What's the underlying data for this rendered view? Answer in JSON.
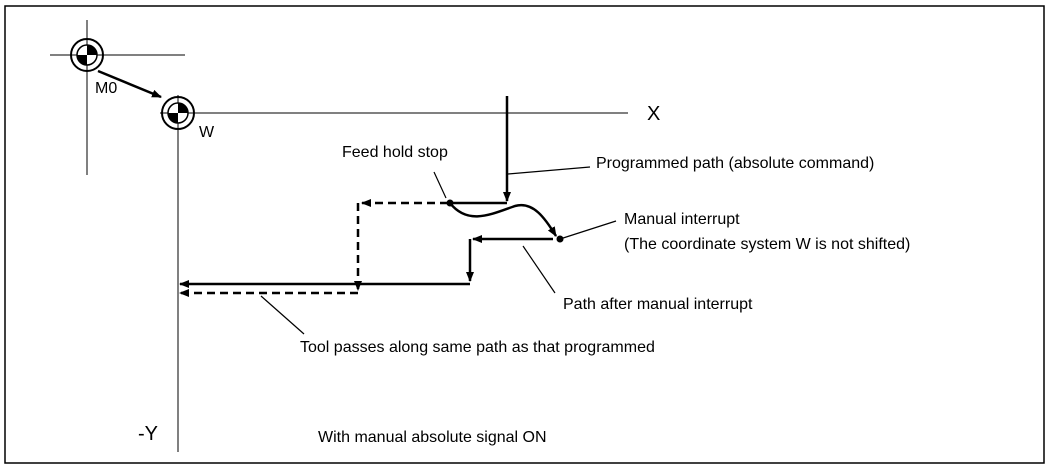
{
  "labels": {
    "m0": "M0",
    "w": "W",
    "x_axis": "X",
    "y_axis": "-Y",
    "feed_hold_stop": "Feed hold stop",
    "programmed_path": "Programmed path (absolute command)",
    "manual_interrupt_line1": "Manual interrupt",
    "manual_interrupt_line2": "(The coordinate system W is not shifted)",
    "path_after_interrupt": "Path after manual interrupt",
    "tool_passes": "Tool passes along same path as that programmed",
    "caption": "With manual absolute signal ON"
  }
}
